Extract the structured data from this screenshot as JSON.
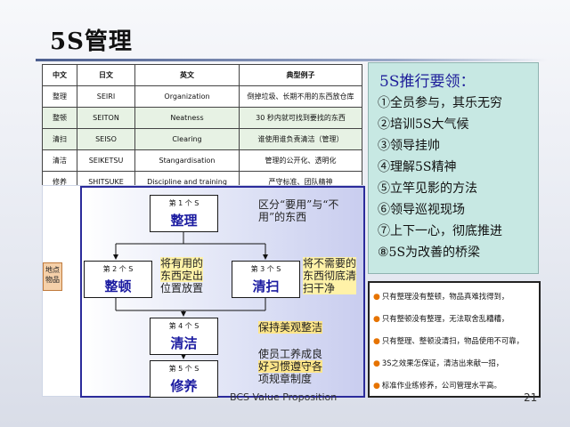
{
  "title": "5S管理",
  "table": {
    "headers": [
      "中文",
      "日文",
      "英文",
      "典型例子"
    ],
    "rows": [
      [
        "整理",
        "SEIRI",
        "Organization",
        "倒掉垃圾、长期不用的东西放仓库"
      ],
      [
        "整顿",
        "SEITON",
        "Neatness",
        "30 秒内就可找到要找的东西"
      ],
      [
        "清扫",
        "SEISO",
        "Clearing",
        "谁使用谁负责清洁（管理）"
      ],
      [
        "清洁",
        "SEIKETSU",
        "Stangardisation",
        "管理的公开化、透明化"
      ],
      [
        "修养",
        "SHITSUKE",
        "Discipline and training",
        "严守标准、团队精神"
      ]
    ]
  },
  "points": {
    "heading": "5S推行要领：",
    "items": [
      "①全员参与，其乐无穷",
      "②培训5S大气候",
      "③领导挂帅",
      "④理解5S精神",
      "⑤立竿见影的方法",
      "⑥领导巡视现场",
      "⑦上下一心，彻底推进",
      "⑧5S为改善的桥梁"
    ]
  },
  "notes": {
    "bullet": "●",
    "items": [
      "只有整理没有整顿，物品真难找得到，",
      "只有整顿没有整理，无法取舍乱糟糟，",
      "只有整理、整顿没清扫，物品使用不可靠，",
      "3S之效果怎保证，清洁出来献一招，",
      "标准作业练修养，公司管理水平高。"
    ]
  },
  "diagram": {
    "side_label": "地点物品",
    "boxes": [
      {
        "small": "第 1 个 S",
        "large": "整理"
      },
      {
        "small": "第 2 个 S",
        "large": "整顿"
      },
      {
        "small": "第 3 个 S",
        "large": "清扫"
      },
      {
        "small": "第 4 个 S",
        "large": "清洁"
      },
      {
        "small": "第 5 个 S",
        "large": "修养"
      }
    ],
    "descs": {
      "d1a": "区分“要用”与“不",
      "d1b": "用”的东西",
      "d2a": "将有用的",
      "d2b": "东西定出",
      "d2c": "位置放置",
      "d3a": "将不需要的",
      "d3b": "东西彻底清",
      "d3c": "扫干净",
      "d4": "保持美观整洁",
      "d5a": "使员工养成良",
      "d5b": "好习惯遵守各",
      "d5c": "项规章制度"
    }
  },
  "footer": "BCS Value Proposition",
  "page_number": "21"
}
